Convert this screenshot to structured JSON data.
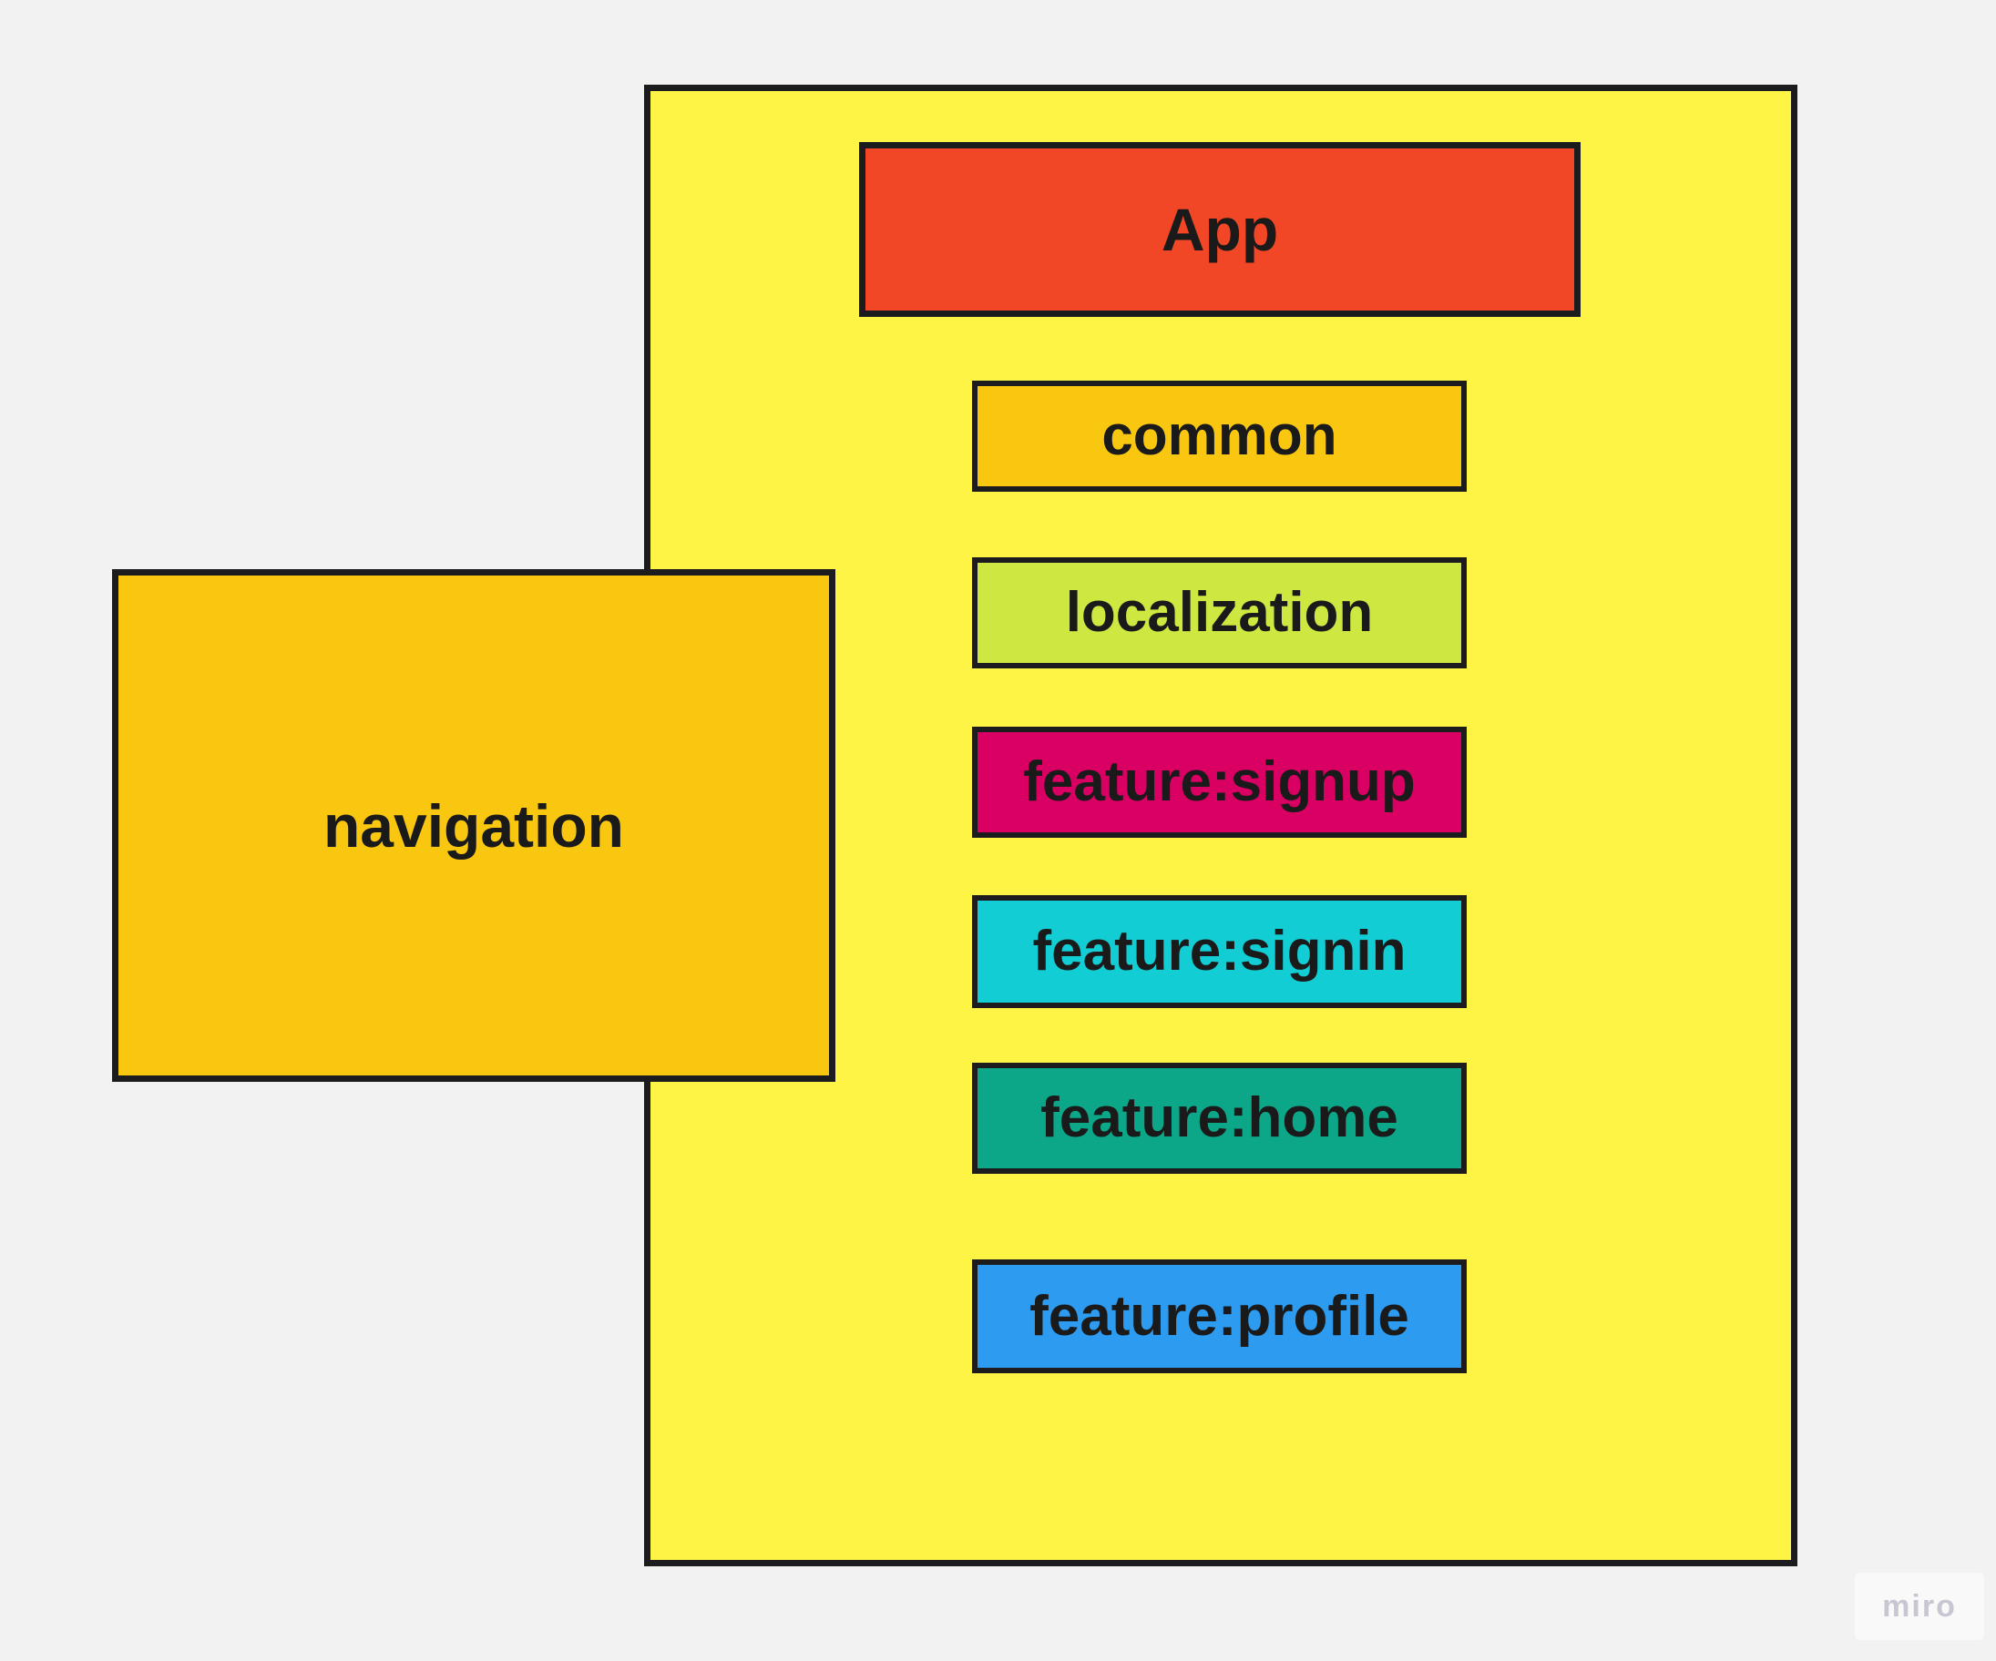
{
  "canvas": {
    "background": "#F2F2F2",
    "border_color": "#1C1C1E",
    "text_color": "#1A1A1A"
  },
  "container": {
    "color": "#FEF445"
  },
  "navigation": {
    "label": "navigation",
    "color": "#FAC710"
  },
  "app": {
    "label": "App",
    "color": "#F24726"
  },
  "modules": [
    {
      "label": "common",
      "color": "#FAC710"
    },
    {
      "label": "localization",
      "color": "#CEE741"
    },
    {
      "label": "feature:signup",
      "color": "#DA0063"
    },
    {
      "label": "feature:signin",
      "color": "#12CDD4"
    },
    {
      "label": "feature:home",
      "color": "#0CA789"
    },
    {
      "label": "feature:profile",
      "color": "#2D9BF0"
    }
  ],
  "watermark": {
    "label": "miro",
    "text_color": "#C7C6D2"
  }
}
